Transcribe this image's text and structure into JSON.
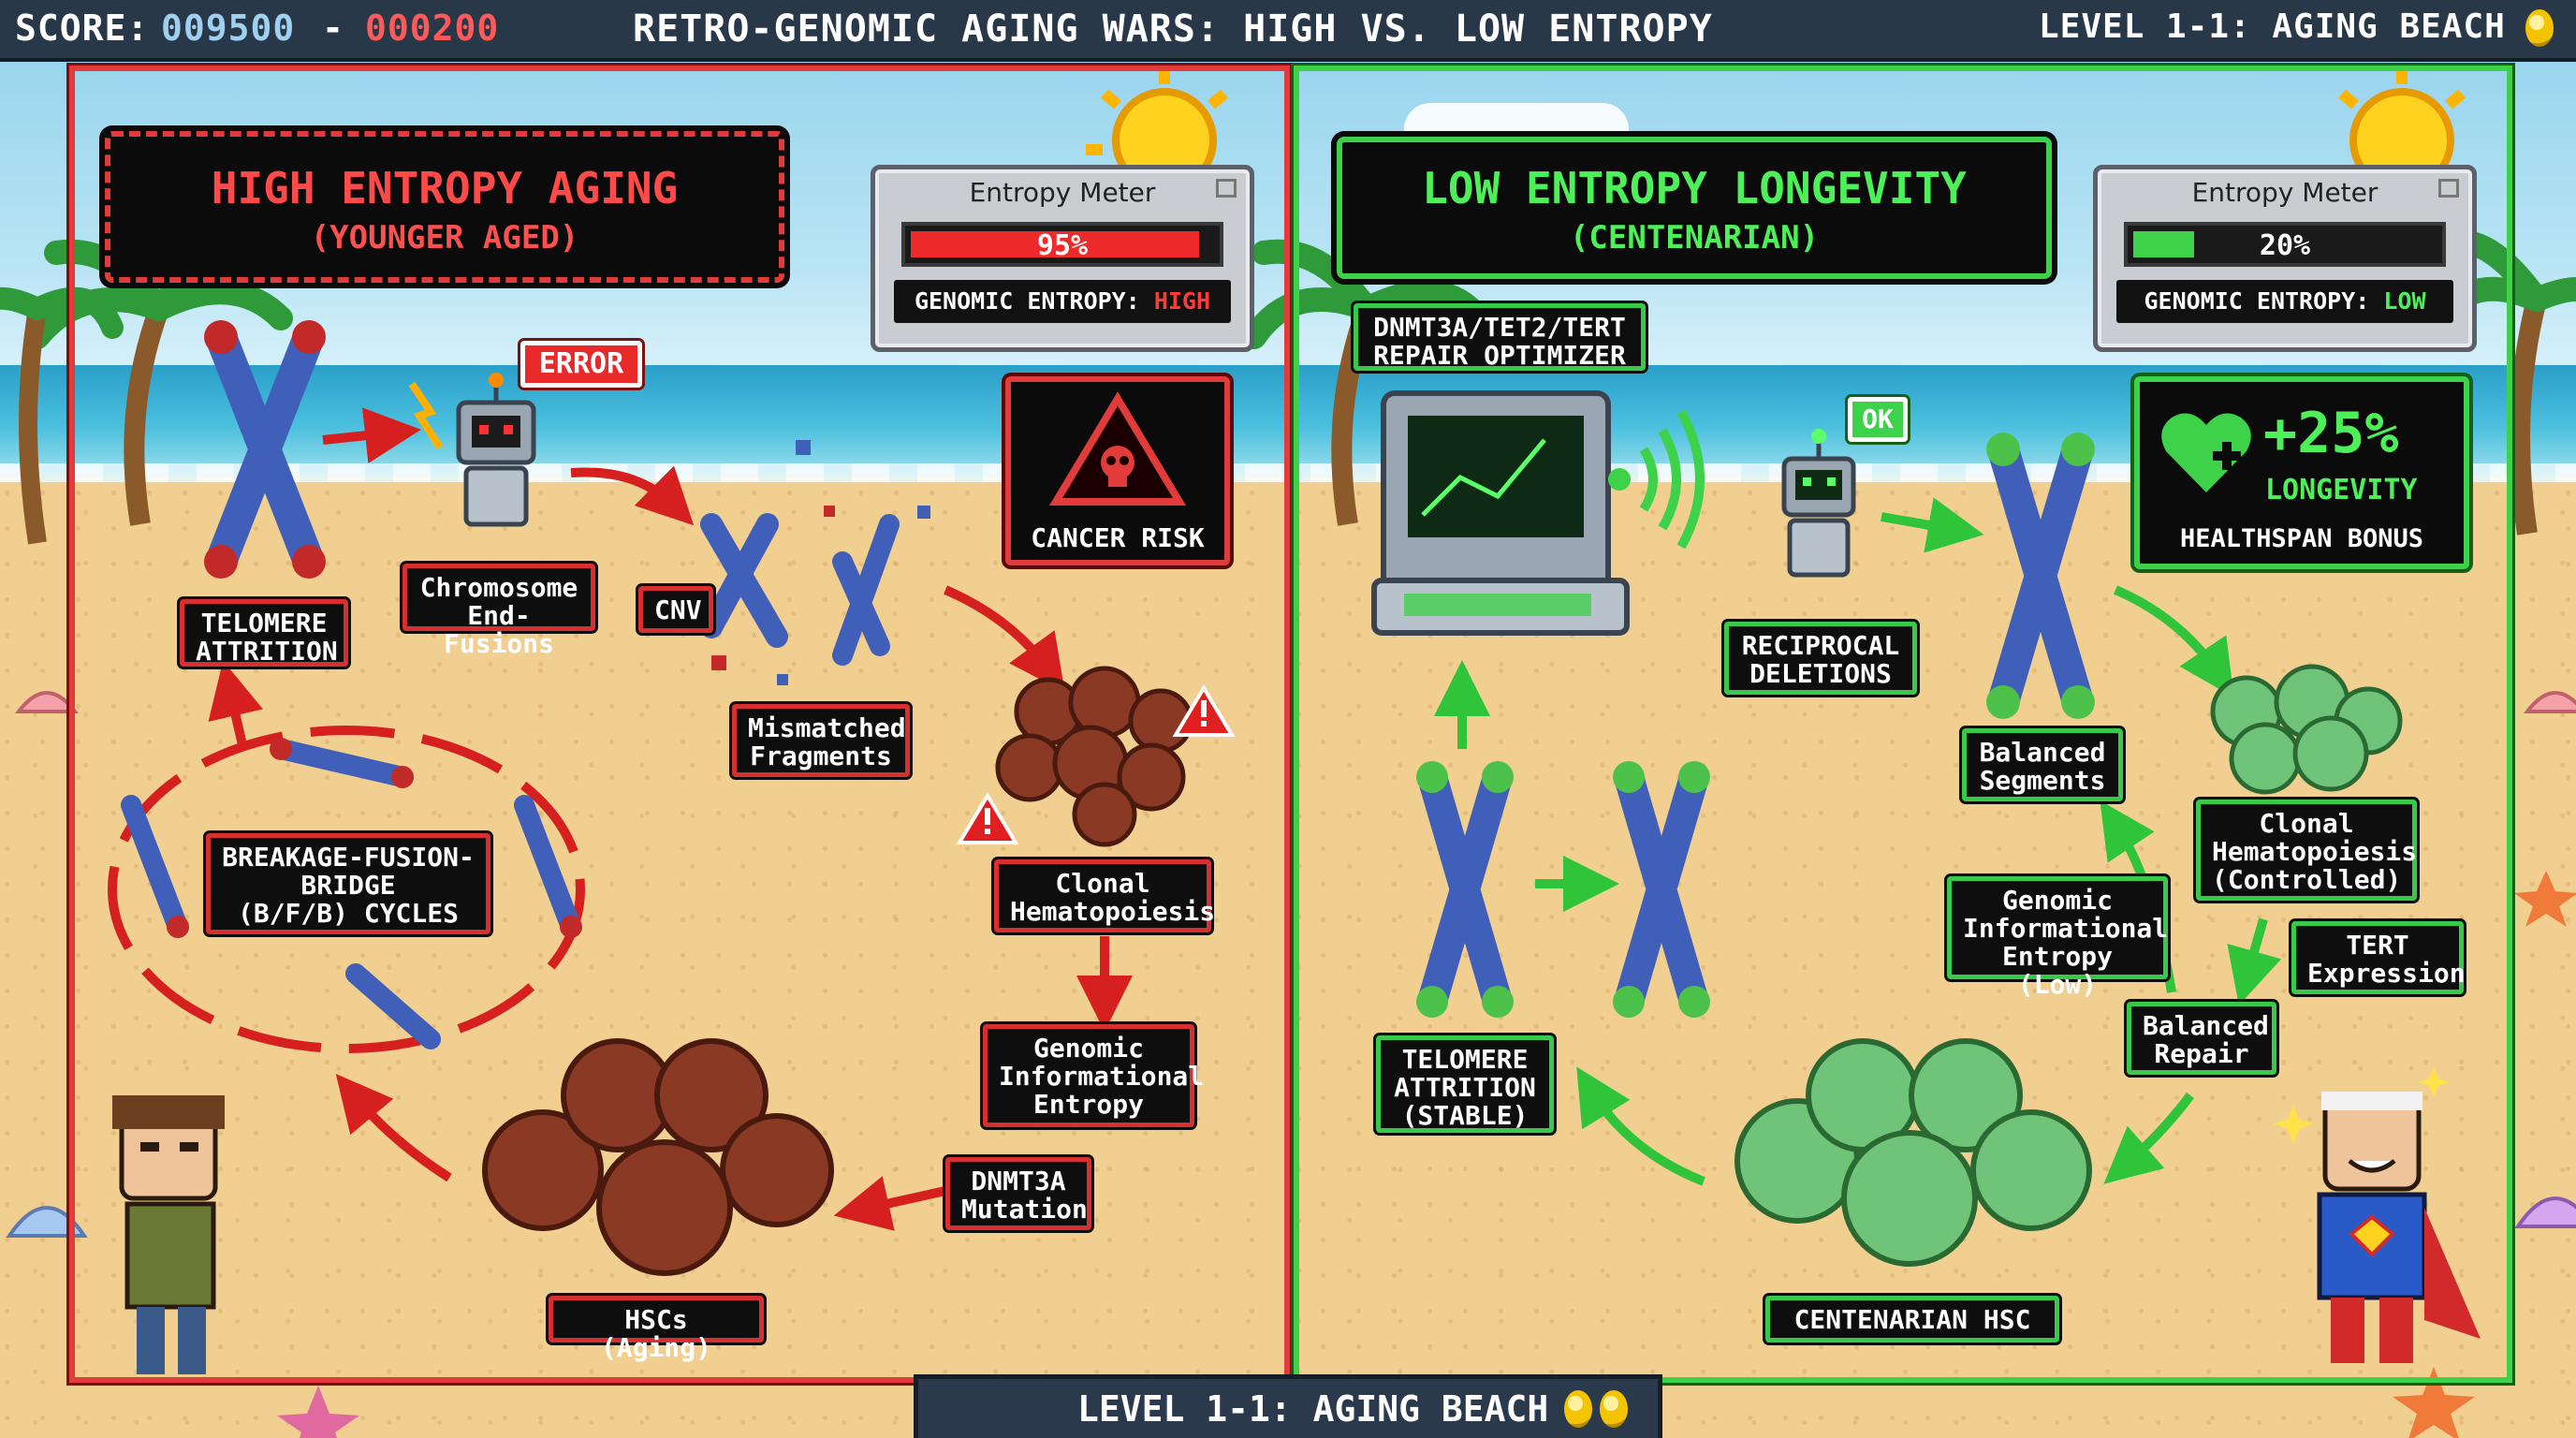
{
  "hud": {
    "score_label": "SCORE:",
    "score_a": "009500",
    "score_sep": "-",
    "score_b": "000200",
    "title": "RETRO-GENOMIC AGING WARS: HIGH VS. LOW ENTROPY",
    "level": "LEVEL 1-1: AGING BEACH"
  },
  "left": {
    "title_line1": "HIGH ENTROPY AGING",
    "title_line2": "(YOUNGER AGED)",
    "meter": {
      "title": "Entropy Meter",
      "percent_text": "95%",
      "fill": 0.95,
      "entropy_label": "GENOMIC ENTROPY: ",
      "entropy_value": "HIGH"
    },
    "error_badge": "ERROR",
    "cancer_risk": "CANCER RISK",
    "labels": {
      "telomere": "TELOMERE\nATTRITION",
      "end_fusions": "Chromosome\nEnd-Fusions",
      "cnv": "CNV",
      "mismatched": "Mismatched\nFragments",
      "bfb": "BREAKAGE-FUSION-\nBRIDGE\n(B/F/B) CYCLES",
      "clonal": "Clonal\nHematopoiesis",
      "gie": "Genomic\nInformational\nEntropy",
      "dnmt3a": "DNMT3A\nMutation",
      "hscs": "HSCs (Aging)"
    }
  },
  "right": {
    "title_line1": "LOW ENTROPY LONGEVITY",
    "title_line2": "(CENTENARIAN)",
    "meter": {
      "title": "Entropy Meter",
      "percent_text": "20%",
      "fill": 0.2,
      "entropy_label": "GENOMIC ENTROPY: ",
      "entropy_value": "LOW"
    },
    "ok_badge": "OK",
    "bonus": {
      "value": "+25%",
      "line1": "LONGEVITY",
      "line2": "HEALTHSPAN BONUS"
    },
    "labels": {
      "optimizer": "DNMT3A/TET2/TERT\nREPAIR OPTIMIZER",
      "reciprocal": "RECIPROCAL\nDELETIONS",
      "balanced_segments": "Balanced\nSegments",
      "clonal": "Clonal\nHematopoiesis\n(Controlled)",
      "gie": "Genomic\nInformational\nEntropy (Low)",
      "tert": "TERT\nExpression",
      "balanced_repair": "Balanced\nRepair",
      "telomere": "TELOMERE\nATTRITION\n(STABLE)",
      "hsc": "CENTENARIAN HSC"
    }
  },
  "bottom": {
    "level": "LEVEL 1-1: AGING BEACH"
  },
  "colors": {
    "high": "#e23b3b",
    "low": "#3ed14a",
    "score_a": "#9fd0f0",
    "score_b": "#ff5a5a",
    "chromosome": "#3f5fb8",
    "damaged_tip": "#c22a2a",
    "healthy_tip": "#4cc24a",
    "hsc_aging": "#8a3a24",
    "hsc_healthy": "#6fc47a"
  }
}
